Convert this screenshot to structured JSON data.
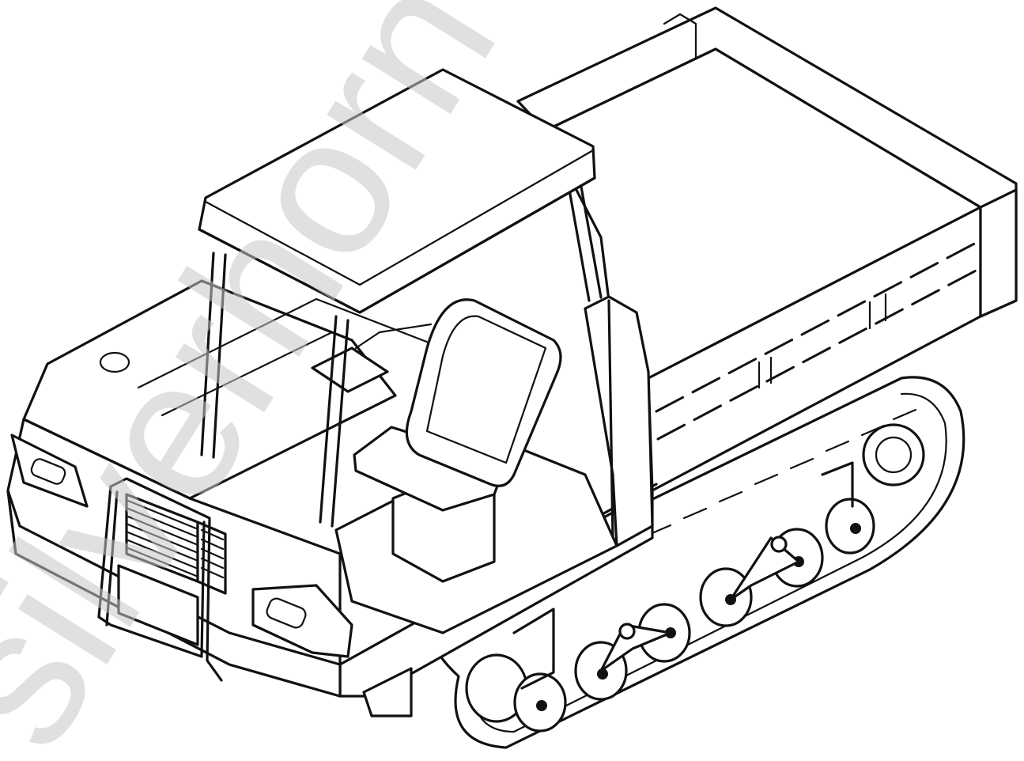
{
  "image": {
    "subject": "tracked-carrier-line-drawing",
    "style": "black-line-art-on-white",
    "colors": {
      "line": "#111111",
      "background": "#ffffff",
      "watermark": "#c8c8c8"
    }
  },
  "watermark": {
    "text": "silverhorn"
  }
}
